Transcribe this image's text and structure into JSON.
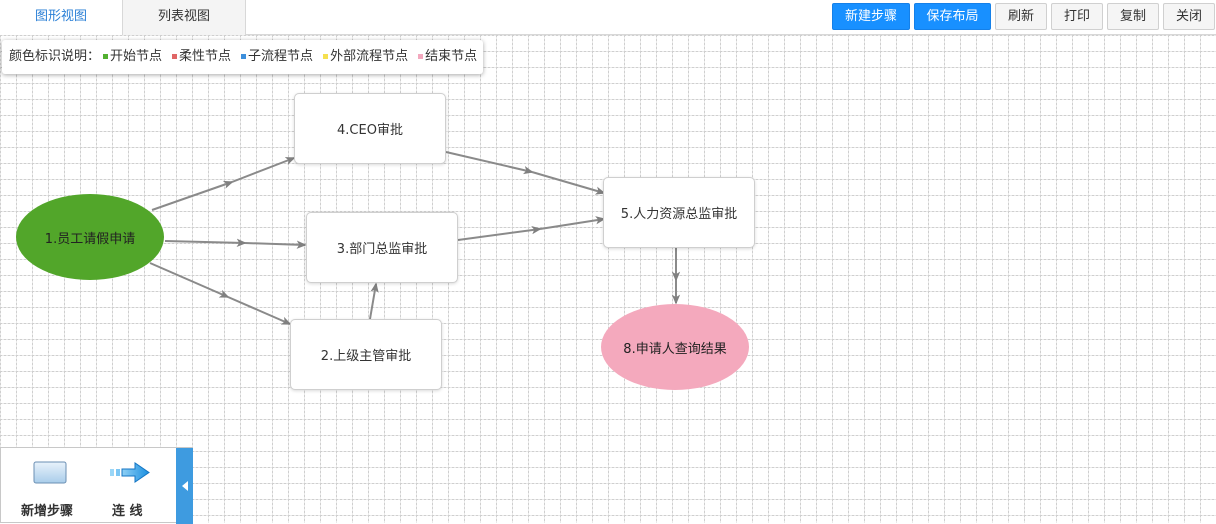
{
  "tabs": [
    {
      "label": "图形视图",
      "active": true
    },
    {
      "label": "列表视图",
      "active": false
    }
  ],
  "toolbar": {
    "new_step": "新建步骤",
    "save_layout": "保存布局",
    "refresh": "刷新",
    "print": "打印",
    "copy": "复制",
    "close": "关闭"
  },
  "legend": {
    "prefix": "颜色标识说明：",
    "items": [
      {
        "label": "开始节点",
        "color": "#52b030"
      },
      {
        "label": "柔性节点",
        "color": "#e06666"
      },
      {
        "label": "子流程节点",
        "color": "#3d8fdc"
      },
      {
        "label": "外部流程节点",
        "color": "#f5e050"
      },
      {
        "label": "结束节点",
        "color": "#f3a8be"
      }
    ]
  },
  "nodes": {
    "start": {
      "label": "1.员工请假申请",
      "color": "#52a62a"
    },
    "ceo": {
      "label": "4.CEO审批"
    },
    "dept": {
      "label": "3.部门总监审批"
    },
    "supervisor": {
      "label": "2.上级主管审批"
    },
    "hr": {
      "label": "5.人力资源总监审批"
    },
    "end": {
      "label": "8.申请人查询结果",
      "color": "#f4a9bd"
    }
  },
  "toolbox": {
    "add_step": "新增步骤",
    "connect": "连 线"
  }
}
